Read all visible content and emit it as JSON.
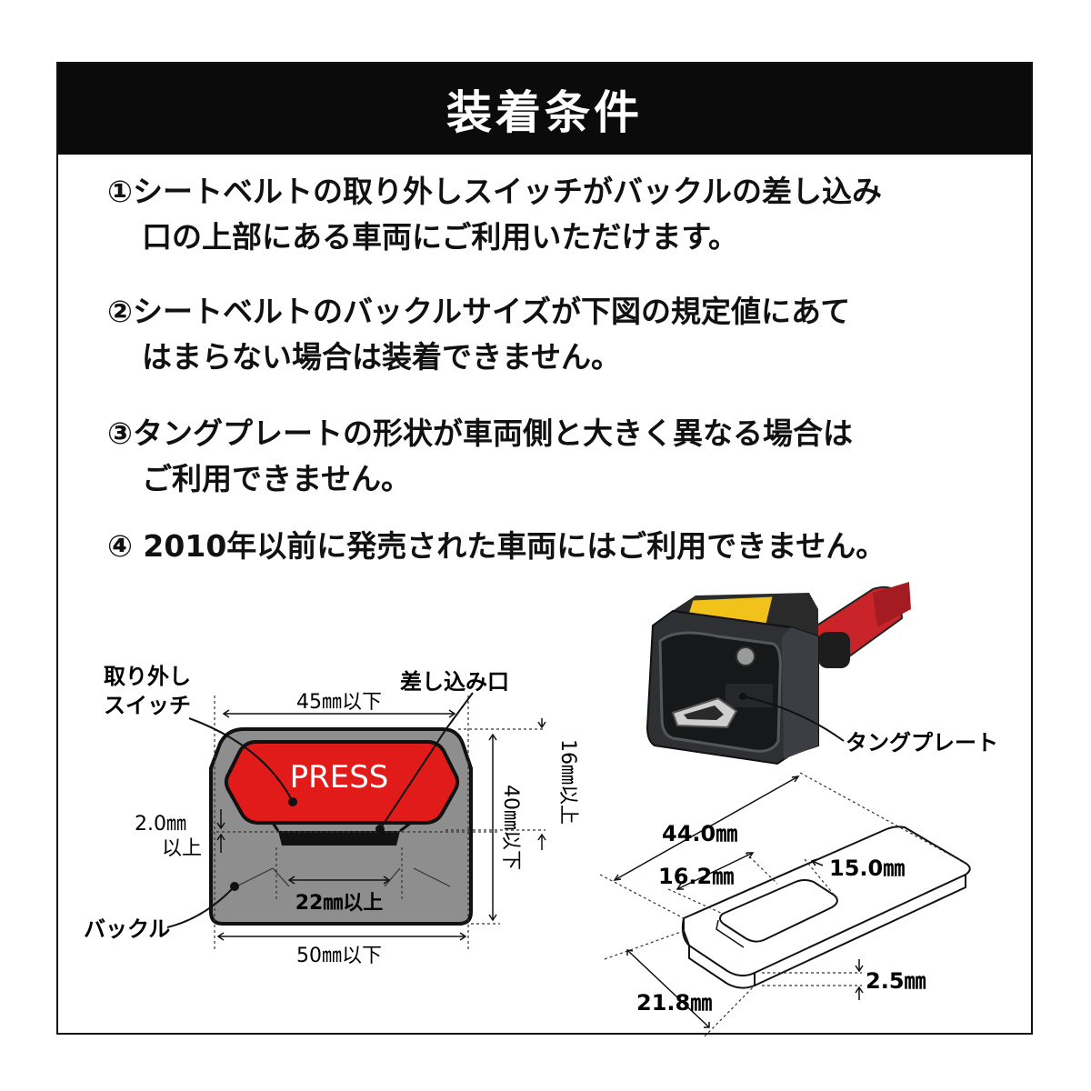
{
  "header": {
    "title": "装着条件"
  },
  "conditions": [
    {
      "line1": "①シートベルトの取り外しスイッチがバックルの差し込み",
      "line2": "口の上部にある車両にご利用いただけます。"
    },
    {
      "line1": "②シートベルトのバックルサイズが下図の規定値にあて",
      "line2": "はまらない場合は装着できません。"
    },
    {
      "line1": "③タングプレートの形状が車両側と大きく異なる場合は",
      "line2": "ご利用できません。"
    },
    {
      "line1": "④ 2010年以前に発売された車両にはご利用できません。",
      "line2": ""
    }
  ],
  "buckle_diagram": {
    "release_switch_label_1": "取り外し",
    "release_switch_label_2": "スイッチ",
    "slot_label": "差し込み口",
    "press_label": "PRESS",
    "buckle_label": "バックル",
    "width_top": "45㎜以下",
    "width_bottom": "50㎜以下",
    "height_total": "40㎜以下",
    "height_top": "16㎜以上",
    "gap_1": "2.0㎜",
    "gap_2": "以上",
    "slot_width": "22㎜以上"
  },
  "tongue_diagram": {
    "tongue_plate_label": "タングプレート",
    "length": "44.0㎜",
    "hole_offset": "16.2㎜",
    "hole_width": "15.0㎜",
    "plate_width": "21.8㎜",
    "thickness": "2.5㎜"
  },
  "colors": {
    "red": "#e11a1a",
    "gray": "#8e8e8e",
    "dark": "#0b0b0b"
  }
}
